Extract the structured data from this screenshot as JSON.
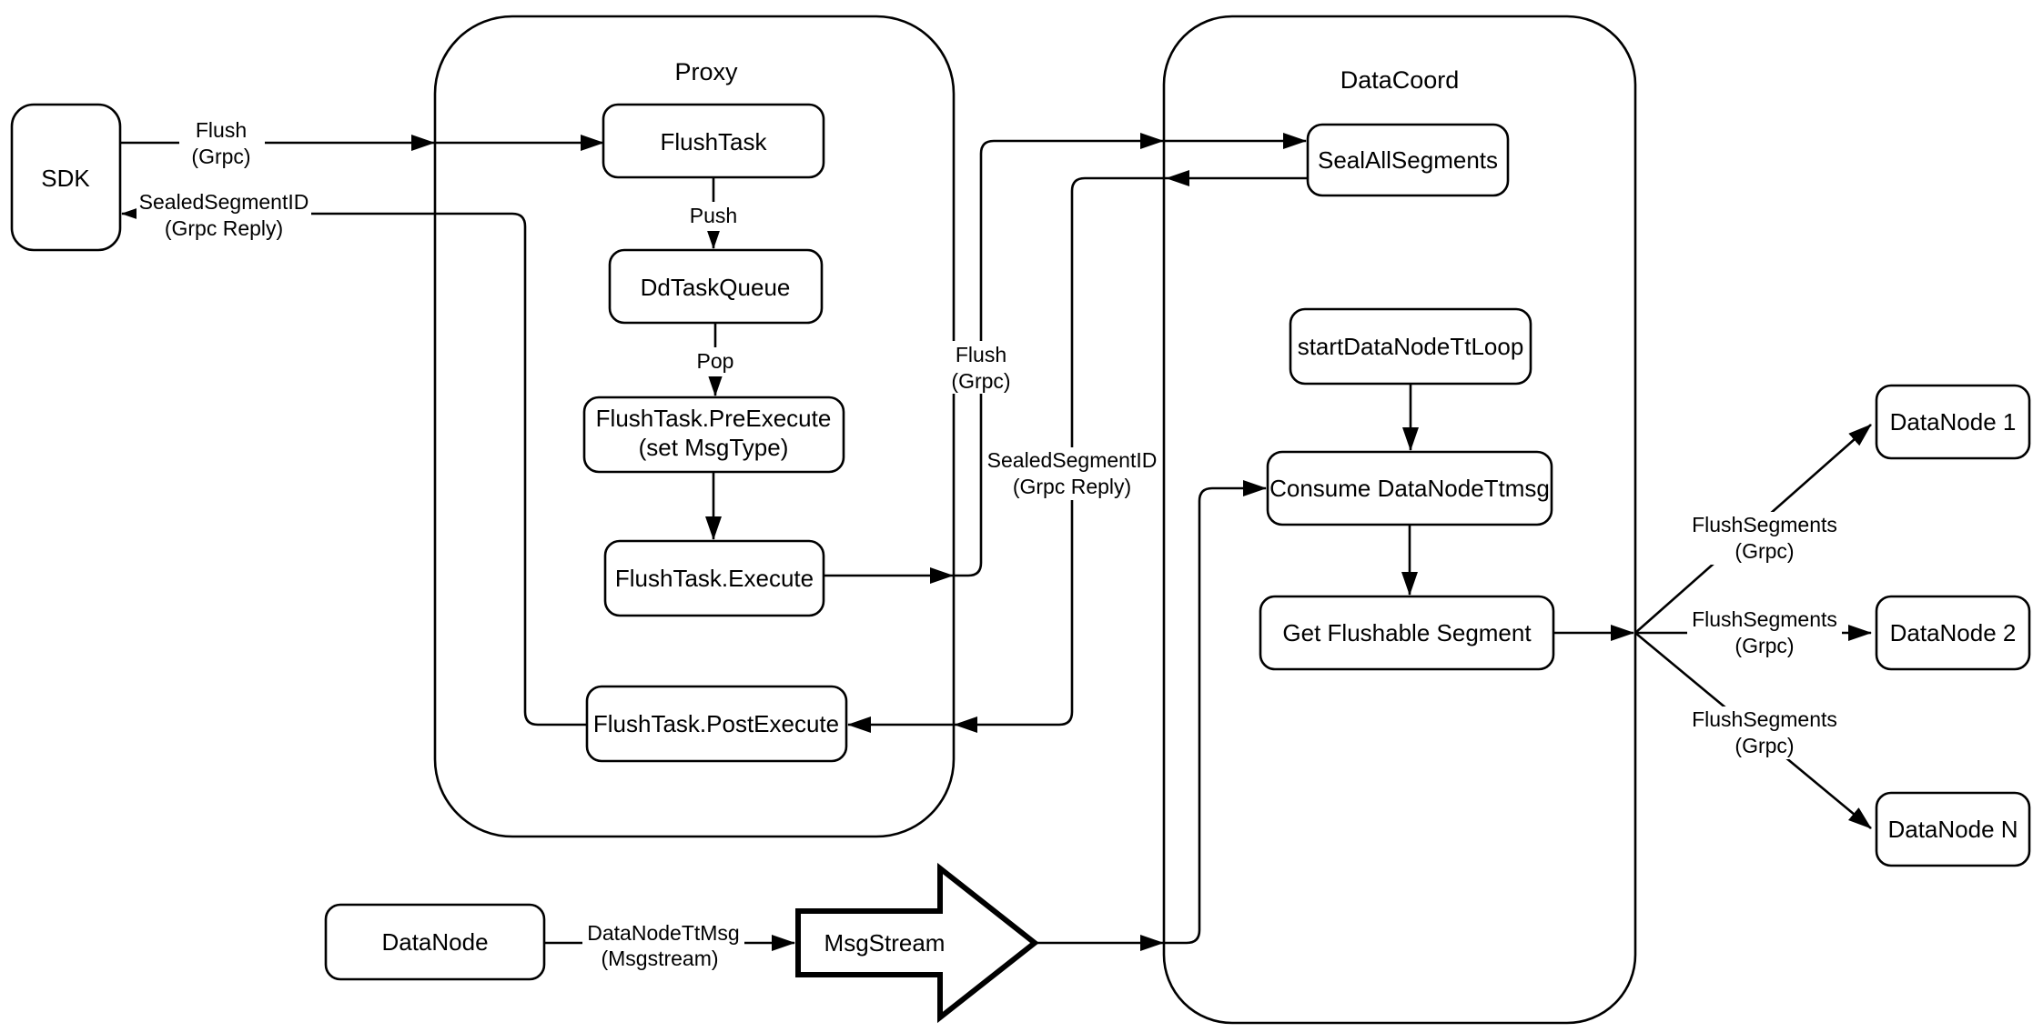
{
  "containers": {
    "proxy": {
      "title": "Proxy"
    },
    "datacoord": {
      "title": "DataCoord"
    }
  },
  "nodes": {
    "sdk": {
      "label": "SDK"
    },
    "flush_task": {
      "label": "FlushTask"
    },
    "dd_task_queue": {
      "label": "DdTaskQueue"
    },
    "pre_execute": {
      "label": "FlushTask.PreExecute",
      "label2": "(set MsgType)"
    },
    "execute": {
      "label": "FlushTask.Execute"
    },
    "post_execute": {
      "label": "FlushTask.PostExecute"
    },
    "seal_all_segments": {
      "label": "SealAllSegments"
    },
    "start_datanode_tt_loop": {
      "label": "startDataNodeTtLoop"
    },
    "consume_datanode_ttmsg": {
      "label": "Consume DataNodeTtmsg"
    },
    "get_flushable_segment": {
      "label": "Get Flushable Segment"
    },
    "datanode_1": {
      "label": "DataNode 1"
    },
    "datanode_2": {
      "label": "DataNode 2"
    },
    "datanode_n": {
      "label": "DataNode N"
    },
    "datanode": {
      "label": "DataNode"
    },
    "msgstream": {
      "label": "MsgStream"
    }
  },
  "edge_labels": {
    "sdk_flush": {
      "line1": "Flush",
      "line2": "(Grpc)"
    },
    "sdk_reply": {
      "line1": "SealedSegmentID",
      "line2": "(Grpc Reply)"
    },
    "push": {
      "line1": "Push"
    },
    "pop": {
      "line1": "Pop"
    },
    "flush_grpc_mid": {
      "line1": "Flush",
      "line2": "(Grpc)"
    },
    "sealed_mid": {
      "line1": "SealedSegmentID",
      "line2": "(Grpc Reply)"
    },
    "flush_segments_1": {
      "line1": "FlushSegments",
      "line2": "(Grpc)"
    },
    "flush_segments_2": {
      "line1": "FlushSegments",
      "line2": "(Grpc)"
    },
    "flush_segments_3": {
      "line1": "FlushSegments",
      "line2": "(Grpc)"
    },
    "datanode_ttmsg": {
      "line1": "DataNodeTtMsg",
      "line2": "(Msgstream)"
    }
  },
  "colors": {
    "stroke": "#000000",
    "node_fill": "#ffffff",
    "background": "#ffffff"
  }
}
